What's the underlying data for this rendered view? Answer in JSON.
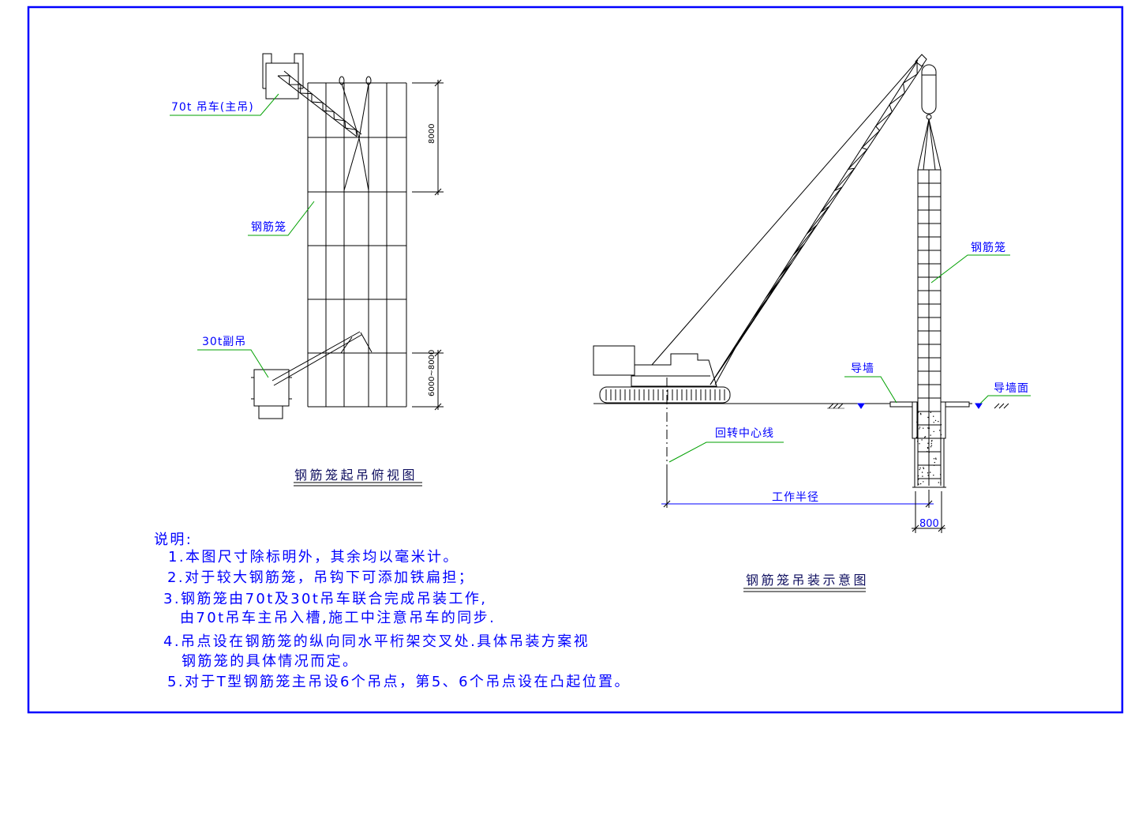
{
  "plan_view": {
    "title": "钢筋笼起吊俯视图",
    "label_main_crane": "70t 吊车(主吊)",
    "label_cage": "钢筋笼",
    "label_aux_crane": "30t副吊",
    "dim_top": "8000",
    "dim_bottom": "6000~8000"
  },
  "elevation_view": {
    "title": "钢筋笼吊装示意图",
    "label_cage": "钢筋笼",
    "label_guide_wall": "导墙",
    "label_guide_wall_surface": "导墙面",
    "label_slew_center_line": "回转中心线",
    "label_working_radius": "工作半径",
    "dim_trench_width": "800"
  },
  "notes": {
    "heading": "说明:",
    "lines": [
      "1.本图尺寸除标明外，其余均以毫米计。",
      "2.对于较大钢筋笼，吊钩下可添加铁扁担；",
      "3.钢筋笼由70t及30t吊车联合完成吊装工作,",
      "由70t吊车主吊入槽,施工中注意吊车的同步.",
      "4.吊点设在钢筋笼的纵向同水平桁架交叉处.具体吊装方案视",
      "钢筋笼的具体情况而定。",
      "5.对于T型钢筋笼主吊设6个吊点，第5、6个吊点设在凸起位置。"
    ]
  },
  "colors": {
    "border": "#0000ff",
    "text": "#0000ff",
    "leader": "#00a000",
    "drawing": "#000000",
    "title": "#101060"
  }
}
